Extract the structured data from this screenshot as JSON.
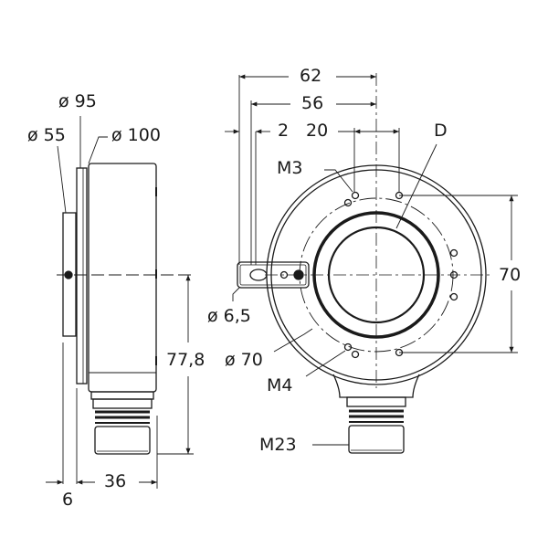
{
  "drawing": {
    "title": "Hollow shaft encoder dimensional drawing",
    "line_color": "#1a1a1a",
    "background": "#ffffff",
    "side_view": {
      "labels": {
        "dia_95": "ø 95",
        "dia_55": "ø 55",
        "dia_100": "ø 100",
        "height_77_8": "77,8",
        "width_36": "36",
        "offset_6": "6"
      }
    },
    "front_view": {
      "labels": {
        "width_62": "62",
        "width_56": "56",
        "offset_2": "2",
        "hole_spacing_20": "20",
        "shaft_D": "D",
        "thread_M3": "M3",
        "height_70": "70",
        "slot_dia_6_5": "ø 6,5",
        "bolt_circle_70": "ø 70",
        "thread_M4": "M4",
        "connector_M23": "M23"
      }
    }
  }
}
